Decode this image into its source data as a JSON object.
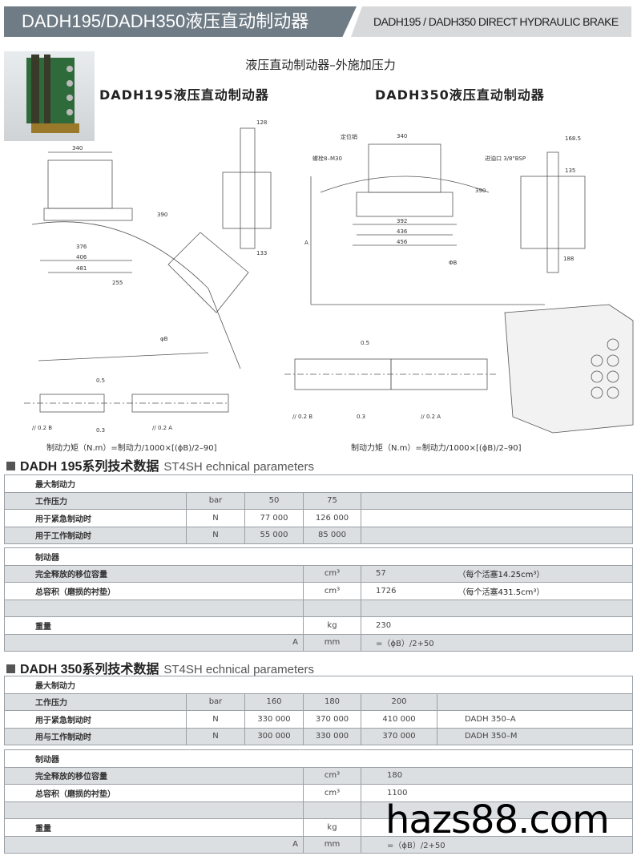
{
  "header": {
    "title_cn": "DADH195/DADH350液压直动制动器",
    "title_en": "DADH195 / DADH350 DIRECT HYDRAULIC BRAKE"
  },
  "subtitle": "液压直动制动器–外施加压力",
  "models": {
    "left": "DADH195液压直动制动器",
    "right": "DADH350液压直动制动器"
  },
  "drawing_labels": {
    "l1": "340",
    "l2": "376",
    "l3": "406",
    "l4": "481",
    "l5": "390",
    "l6": "128",
    "l7": "133",
    "l8": "255",
    "l9": "φB",
    "r1": "340",
    "r2": "392",
    "r3": "436",
    "r4": "456",
    "r5": "390",
    "r6": "168.5",
    "r7": "135",
    "r8": "188",
    "r9": "ΦB",
    "r10": "A",
    "r11": "定位销",
    "r12": "螺栓8–M30",
    "r13": "进油口 3/8\"BSP",
    "tol1": "0.5",
    "tol2": "0.3",
    "tol3": "// 0.2 B",
    "tol4": "// 0.2 A"
  },
  "captions": {
    "left": "制动力矩（N.m）=制动力/1000×[(ϕB)/2–90]",
    "right": "制动力矩（N.m）=制动力/1000×[(ϕB)/2–90]"
  },
  "dadh195": {
    "heading_cn": "DADH 195系列技术数据",
    "heading_en": "ST4SH echnical parameters",
    "force": {
      "title": "最大制动力",
      "rows": [
        {
          "label": "工作压力",
          "unit": "bar",
          "v": [
            "50",
            "75"
          ]
        },
        {
          "label": "用于紧急制动时",
          "unit": "N",
          "v": [
            "77 000",
            "126 000"
          ]
        },
        {
          "label": "用于工作制动时",
          "unit": "N",
          "v": [
            "55 000",
            "85 000"
          ]
        }
      ]
    },
    "brake": {
      "title": "制动器",
      "rows": [
        {
          "label": "完全释放的移位容量",
          "unit": "cm³",
          "value": "57",
          "note": "（每个活塞14.25cm³）"
        },
        {
          "label": "总容积（磨损的衬垫）",
          "unit": "cm³",
          "value": "1726",
          "note": "（每个活塞431.5cm³）"
        },
        {
          "label": "",
          "unit": "",
          "value": "",
          "note": ""
        },
        {
          "label": "重量",
          "unit": "kg",
          "value": "230",
          "note": ""
        },
        {
          "label": "A",
          "unit": "mm",
          "value": "=（ϕB）/2+50",
          "note": ""
        }
      ]
    }
  },
  "dadh350": {
    "heading_cn": "DADH 350系列技术数据",
    "heading_en": "ST4SH echnical parameters",
    "force": {
      "title": "最大制动力",
      "rows": [
        {
          "label": "工作压力",
          "unit": "bar",
          "v": [
            "160",
            "180",
            "200"
          ],
          "model": ""
        },
        {
          "label": "用于紧急制动时",
          "unit": "N",
          "v": [
            "330 000",
            "370 000",
            "410 000"
          ],
          "model": "DADH 350–A"
        },
        {
          "label": "用与工作制动时",
          "unit": "N",
          "v": [
            "300 000",
            "330 000",
            "370 000"
          ],
          "model": "DADH 350–M"
        }
      ]
    },
    "brake": {
      "title": "制动器",
      "rows": [
        {
          "label": "完全释放的移位容量",
          "unit": "cm³",
          "value": "180"
        },
        {
          "label": "总容积（磨损的衬垫）",
          "unit": "cm³",
          "value": "1100"
        },
        {
          "label": "",
          "unit": "",
          "value": ""
        },
        {
          "label": "重量",
          "unit": "kg",
          "value": ""
        },
        {
          "label": "A",
          "unit": "mm",
          "value": "=（ϕB）/2+50"
        }
      ]
    }
  },
  "watermark": "hazs88.com"
}
